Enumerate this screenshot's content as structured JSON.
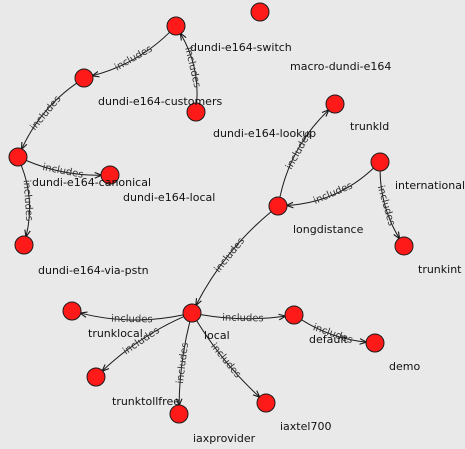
{
  "graph": {
    "nodes": [
      {
        "id": "dundi-e164-switch",
        "label": "dundi-e164-switch"
      },
      {
        "id": "macro-dundi-e164",
        "label": "macro-dundi-e164"
      },
      {
        "id": "dundi-e164-customers",
        "label": "dundi-e164-customers"
      },
      {
        "id": "dundi-e164-lookup",
        "label": "dundi-e164-lookup"
      },
      {
        "id": "trunkld",
        "label": "trunkld"
      },
      {
        "id": "international",
        "label": "international"
      },
      {
        "id": "dundi-e164-canonical",
        "label": "dundi-e164-canonical"
      },
      {
        "id": "dundi-e164-local",
        "label": "dundi-e164-local"
      },
      {
        "id": "longdistance",
        "label": "longdistance"
      },
      {
        "id": "dundi-e164-via-pstn",
        "label": "dundi-e164-via-pstn"
      },
      {
        "id": "trunkint",
        "label": "trunkint"
      },
      {
        "id": "trunklocal",
        "label": "trunklocal"
      },
      {
        "id": "local",
        "label": "local"
      },
      {
        "id": "default",
        "label": "default"
      },
      {
        "id": "demo",
        "label": "demo"
      },
      {
        "id": "trunktollfree",
        "label": "trunktollfree"
      },
      {
        "id": "iaxprovider",
        "label": "iaxprovider"
      },
      {
        "id": "iaxtel700",
        "label": "iaxtel700"
      }
    ],
    "edges": [
      {
        "from": "dundi-e164-lookup",
        "to": "dundi-e164-switch",
        "label": "includes"
      },
      {
        "from": "dundi-e164-switch",
        "to": "dundi-e164-customers",
        "label": "includes"
      },
      {
        "from": "dundi-e164-customers",
        "to": "dundi-e164-canonical",
        "label": "includes"
      },
      {
        "from": "dundi-e164-canonical",
        "to": "dundi-e164-local",
        "label": "includes"
      },
      {
        "from": "dundi-e164-canonical",
        "to": "dundi-e164-via-pstn",
        "label": "includes"
      },
      {
        "from": "longdistance",
        "to": "trunkld",
        "label": "includes"
      },
      {
        "from": "international",
        "to": "longdistance",
        "label": "includes"
      },
      {
        "from": "international",
        "to": "trunkint",
        "label": "includes"
      },
      {
        "from": "longdistance",
        "to": "local",
        "label": "includes"
      },
      {
        "from": "local",
        "to": "trunklocal",
        "label": "includes"
      },
      {
        "from": "local",
        "to": "default",
        "label": "includes"
      },
      {
        "from": "default",
        "to": "demo",
        "label": "includes"
      },
      {
        "from": "local",
        "to": "trunktollfree",
        "label": "includes"
      },
      {
        "from": "local",
        "to": "iaxprovider",
        "label": "includes"
      },
      {
        "from": "local",
        "to": "iaxtel700",
        "label": "includes"
      }
    ]
  }
}
